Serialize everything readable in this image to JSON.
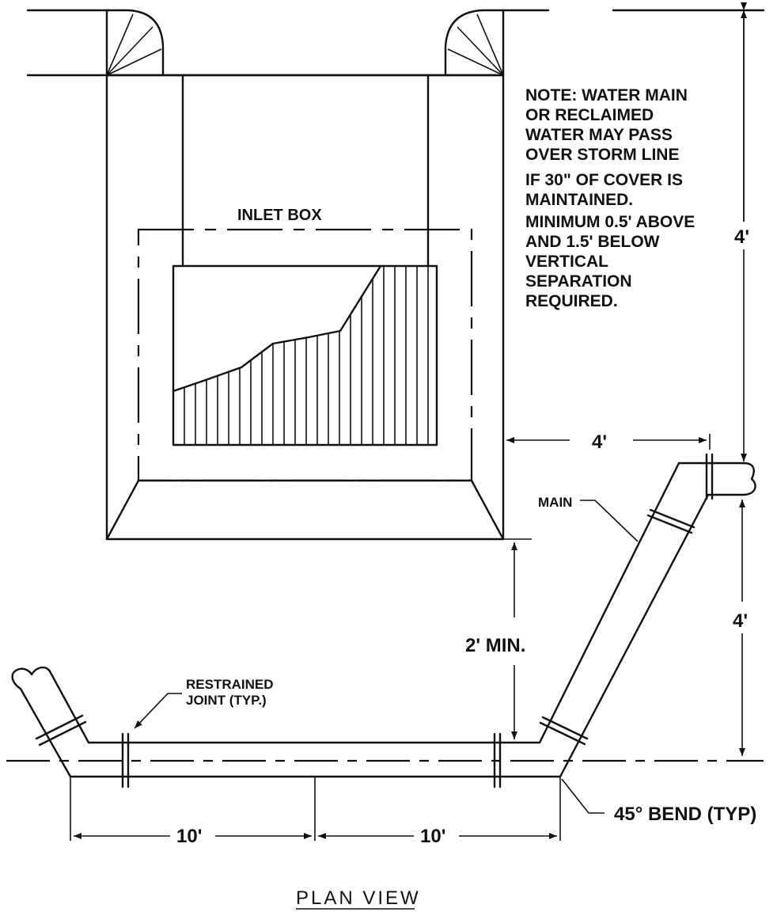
{
  "drawing": {
    "inlet_box_label": "INLET BOX",
    "note_lines": [
      "NOTE: WATER MAIN",
      "OR RECLAIMED",
      "WATER MAY PASS",
      "OVER STORM LINE",
      "IF 30\" OF COVER IS",
      "MAINTAINED.",
      "MINIMUM 0.5' ABOVE",
      "AND 1.5' BELOW",
      "VERTICAL",
      "SEPARATION",
      "REQUIRED."
    ],
    "dimensions": {
      "top_vertical": "4'",
      "horizontal_offset": "4'",
      "lower_vertical": "4'",
      "clearance": "2' MIN.",
      "left_run": "10'",
      "right_run": "10'"
    },
    "callouts": {
      "main": "MAIN",
      "restrained_joint_line1": "RESTRAINED",
      "restrained_joint_line2": "JOINT (TYP.)",
      "bend": "45° BEND (TYP)"
    },
    "view_title": "PLAN VIEW"
  }
}
